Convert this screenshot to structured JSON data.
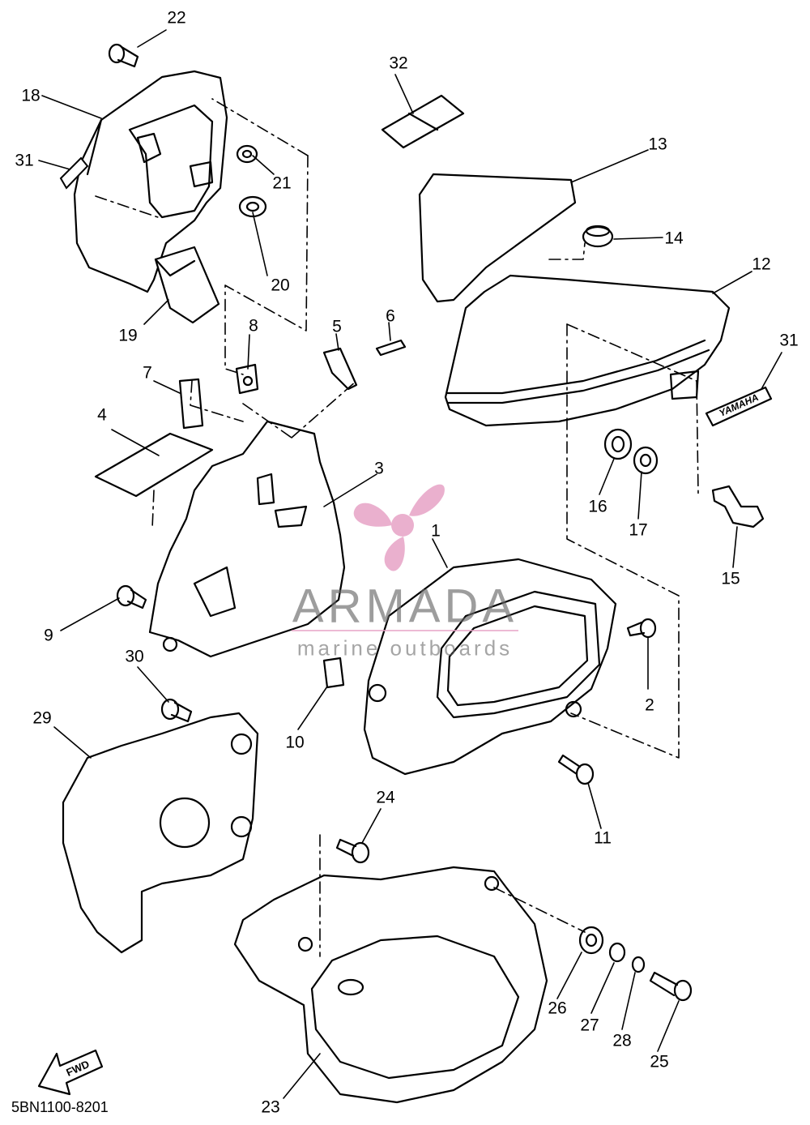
{
  "diagram": {
    "drawing_code": "5BN1100-8201",
    "fwd_label": "FWD",
    "decal_text": "YAMAHA",
    "watermark": {
      "title": "ARMADA",
      "subtitle": "marine outboards",
      "logo_color": "#e7a3c6",
      "text_color": "#6b6b6b"
    },
    "callouts": [
      "1",
      "2",
      "3",
      "4",
      "5",
      "6",
      "7",
      "8",
      "9",
      "10",
      "11",
      "12",
      "13",
      "14",
      "15",
      "16",
      "17",
      "18",
      "19",
      "20",
      "21",
      "22",
      "23",
      "24",
      "25",
      "26",
      "27",
      "28",
      "29",
      "30",
      "31",
      "31",
      "32"
    ]
  }
}
